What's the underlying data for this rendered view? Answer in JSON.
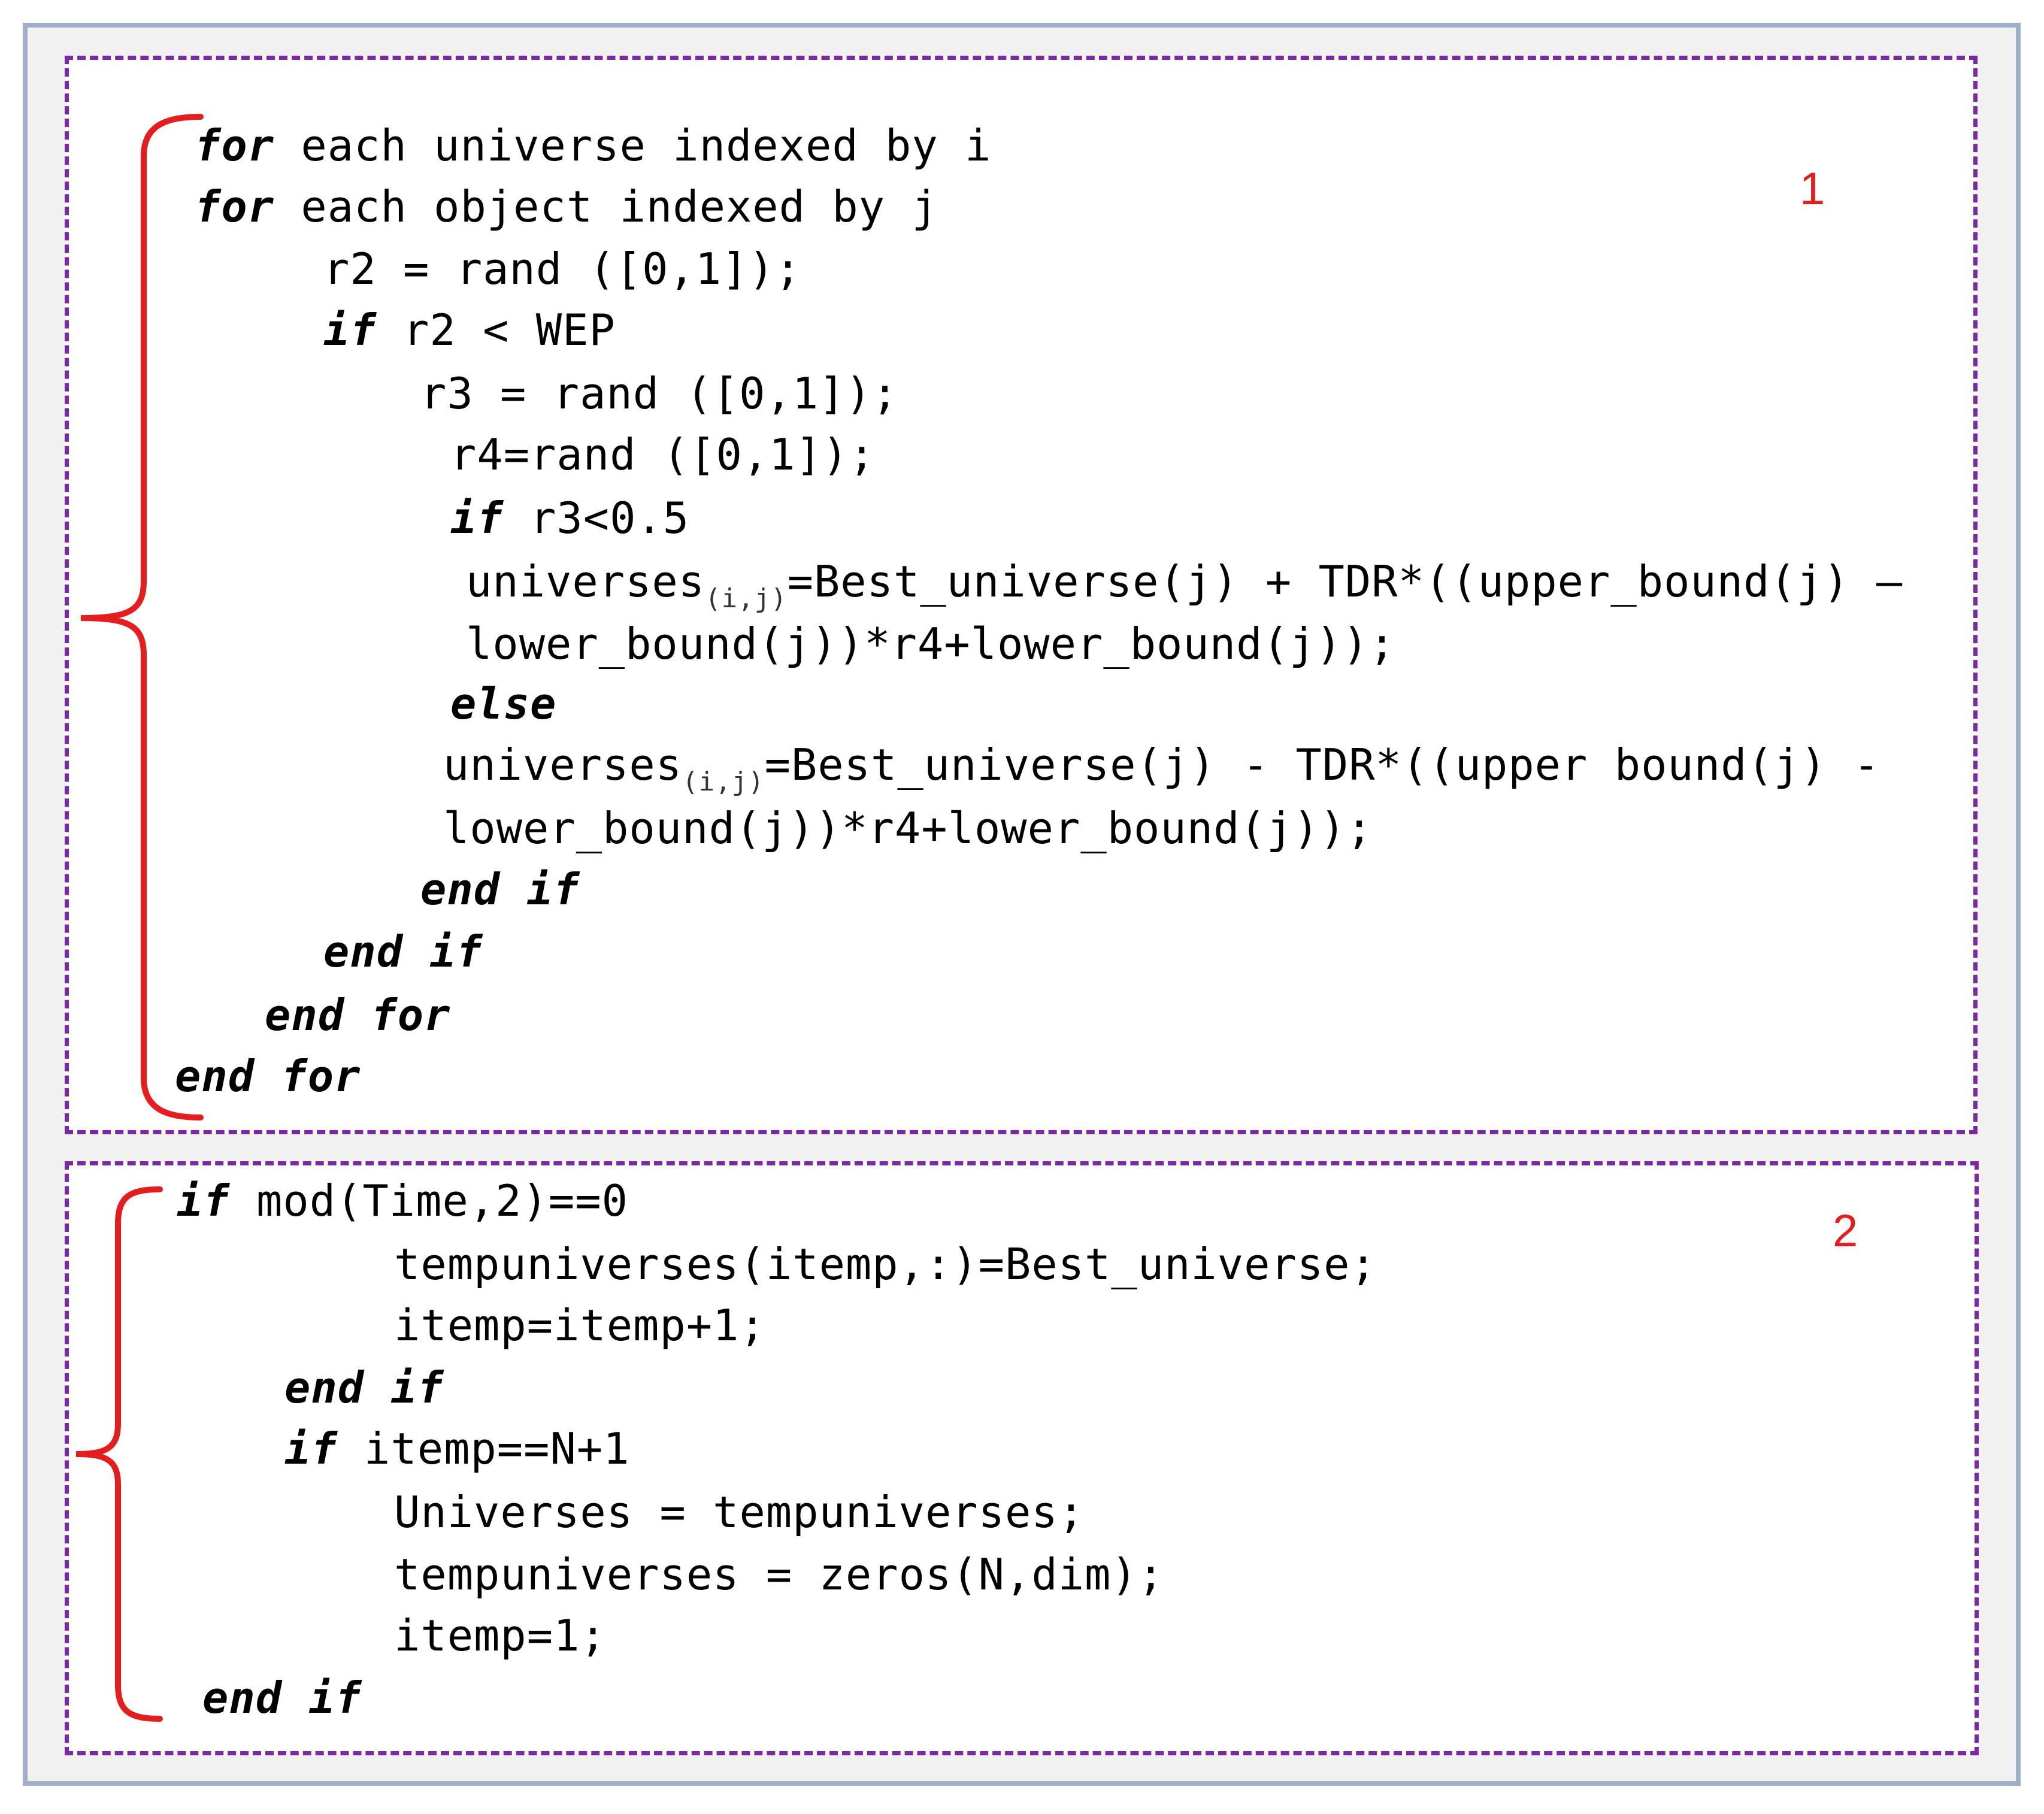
{
  "colors": {
    "frame_border": "#9fb0c8",
    "frame_background": "#f1f1f1",
    "panel_border": "#7a28a6",
    "brace": "#e41e1e",
    "panel_number": "#e41e1e",
    "code_text": "#000000"
  },
  "panel_1": {
    "number": "1",
    "lines": [
      {
        "kw": "for",
        "text": " each universe indexed by i"
      },
      {
        "kw": "for",
        "text": " each object indexed by j"
      },
      {
        "text": "r2 = rand ([0,1]);"
      },
      {
        "kw": "if",
        "text": " r2 < WEP"
      },
      {
        "text": "r3 = rand ([0,1]);"
      },
      {
        "text": "r4=rand ([0,1]);"
      },
      {
        "kw": "if",
        "text": " r3<0.5"
      },
      {
        "text": "universes",
        "sub": "(i,j)",
        "text2": "=Best_universe(j) + TDR*((upper_bound(j) –"
      },
      {
        "text": "lower_bound(j))*r4+lower_bound(j));"
      },
      {
        "kw": "else"
      },
      {
        "text": "universes",
        "sub": "(i,j)",
        "text2": "=Best_universe(j) - TDR*((upper bound(j) -"
      },
      {
        "text": "lower_bound(j))*r4+lower_bound(j));"
      },
      {
        "kw": "end if"
      },
      {
        "kw": "end if"
      },
      {
        "kw": "end for"
      },
      {
        "kw": "end for"
      }
    ]
  },
  "panel_2": {
    "number": "2",
    "lines": [
      {
        "kw": "if",
        "text": " mod(Time,2)==0"
      },
      {
        "text": "tempuniverses(itemp,:)=Best_universe;"
      },
      {
        "text": "itemp=itemp+1;"
      },
      {
        "kw": "end if"
      },
      {
        "kw": "if",
        "text": " itemp==N+1"
      },
      {
        "text": "Universes = tempuniverses;"
      },
      {
        "text": "tempuniverses = zeros(N,dim);"
      },
      {
        "text": "itemp=1;"
      },
      {
        "kw": "end if"
      }
    ]
  }
}
